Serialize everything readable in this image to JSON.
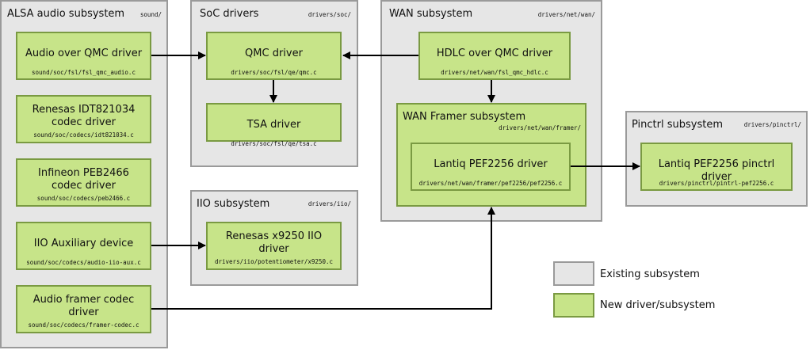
{
  "subsystems": {
    "alsa": {
      "title": "ALSA audio subsystem",
      "path": "sound/"
    },
    "soc": {
      "title": "SoC drivers",
      "path": "drivers/soc/"
    },
    "wan": {
      "title": "WAN subsystem",
      "path": "drivers/net/wan/"
    },
    "iio": {
      "title": "IIO subsystem",
      "path": "drivers/iio/"
    },
    "pinctrl": {
      "title": "Pinctrl subsystem",
      "path": "drivers/pinctrl/"
    },
    "wan_framer": {
      "title": "WAN Framer subsystem",
      "path": "drivers/net/wan/framer/"
    }
  },
  "nodes": {
    "audio_qmc": {
      "title": "Audio over QMC driver",
      "path": "sound/soc/fsl/fsl_qmc_audio.c"
    },
    "idt821034": {
      "title": "Renesas IDT821034 codec driver",
      "path": "sound/soc/codecs/idt821034.c"
    },
    "peb2466": {
      "title": "Infineon PEB2466 codec driver",
      "path": "sound/soc/codecs/peb2466.c"
    },
    "iio_aux": {
      "title": "IIO Auxiliary device",
      "path": "sound/soc/codecs/audio-iio-aux.c"
    },
    "framer_codec": {
      "title": "Audio framer codec driver",
      "path": "sound/soc/codecs/framer-codec.c"
    },
    "qmc": {
      "title": "QMC driver",
      "path": "drivers/soc/fsl/qe/qmc.c"
    },
    "tsa": {
      "title": "TSA driver",
      "path": "drivers/soc/fsl/qe/tsa.c"
    },
    "x9250": {
      "title": "Renesas x9250 IIO driver",
      "path": "drivers/iio/potentiometer/x9250.c"
    },
    "hdlc_qmc": {
      "title": "HDLC over QMC driver",
      "path": "drivers/net/wan/fsl_qmc_hdlc.c"
    },
    "pef2256": {
      "title": "Lantiq PEF2256 driver",
      "path": "drivers/net/wan/framer/pef2256/pef2256.c"
    },
    "pef2256_pinctrl": {
      "title": "Lantiq PEF2256 pinctrl driver",
      "path": "drivers/pinctrl/pintrl-pef2256.c"
    }
  },
  "legend": {
    "existing": {
      "label": "Existing subsystem",
      "color": "#e6e6e6"
    },
    "new": {
      "label": "New driver/subsystem",
      "color": "#c7e489"
    }
  },
  "colors": {
    "subsystem_fill": "#e6e6e6",
    "subsystem_border": "#9a9a9a",
    "node_fill": "#c7e489",
    "node_border": "#7a9a42",
    "arrow": "#000000"
  }
}
